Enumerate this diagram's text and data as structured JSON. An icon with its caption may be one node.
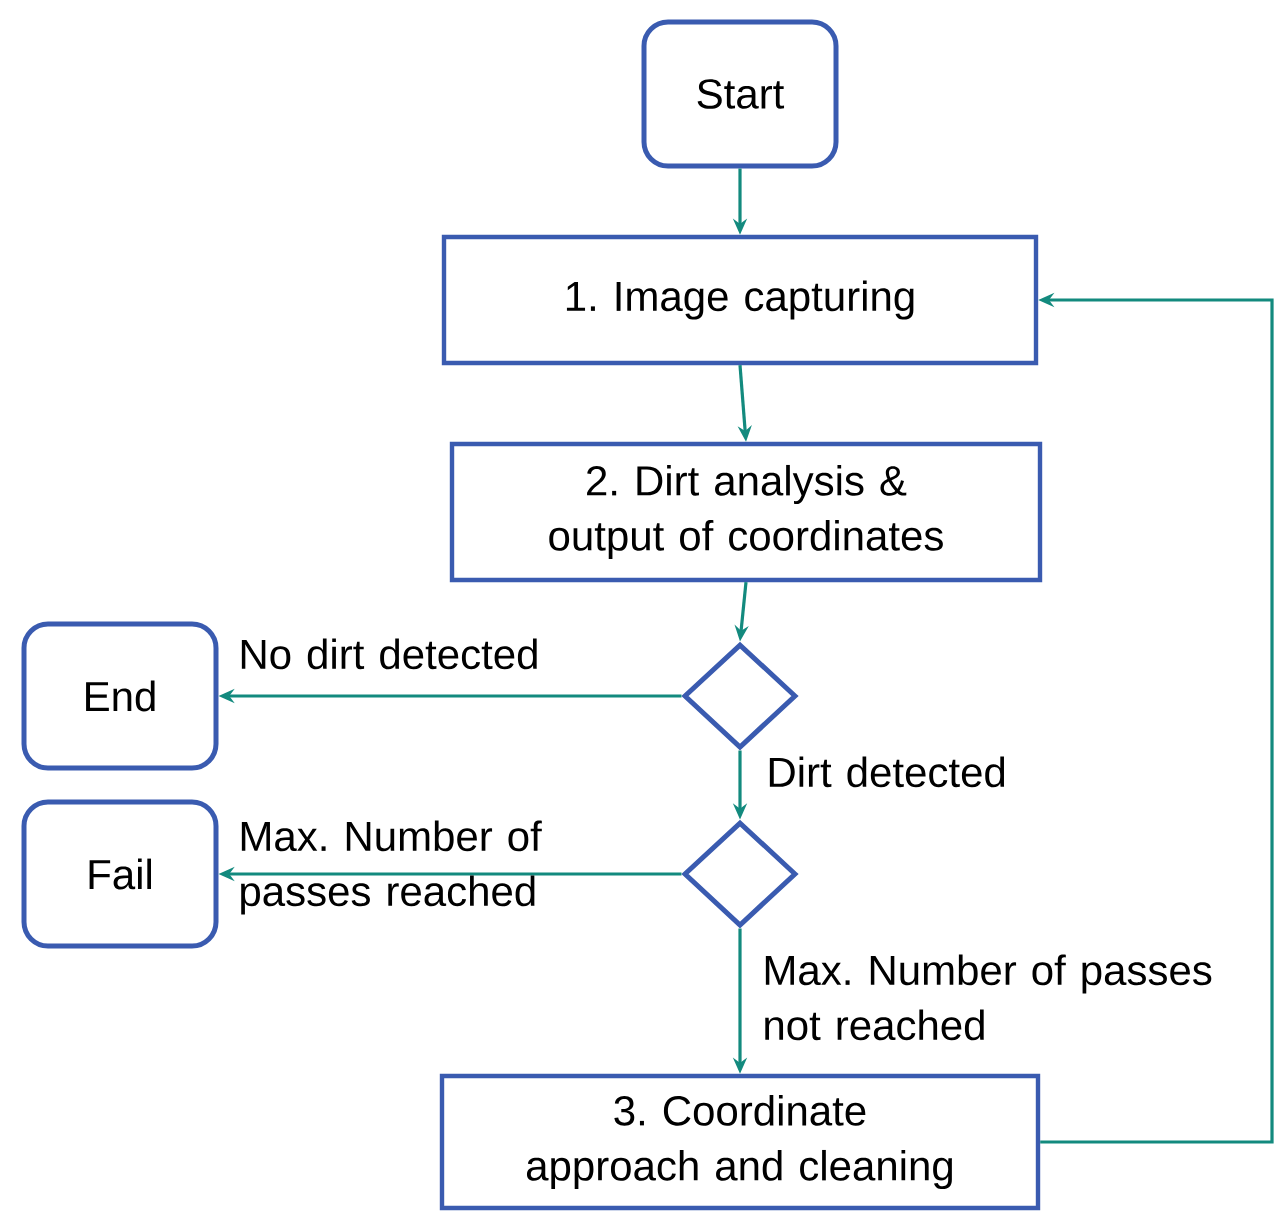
{
  "diagram": {
    "nodes": [
      {
        "text": [
          "Start"
        ]
      },
      {
        "text": [
          "1. Image capturing"
        ]
      },
      {
        "text": [
          "2. Dirt analysis & output of coordinates"
        ]
      },
      {
        "text": [],
        "shape": "diamond"
      },
      {
        "text": [
          "End"
        ]
      },
      {
        "text": [],
        "shape": "diamond"
      },
      {
        "text": [
          "Fail"
        ]
      },
      {
        "text": [
          "3. Coordinate approach and cleaning"
        ]
      }
    ],
    "edges": [
      {
        "from": 0,
        "to": 1,
        "arrow": "to"
      },
      {
        "from": 1,
        "to": 2,
        "arrow": "to"
      },
      {
        "from": 2,
        "to": 3,
        "arrow": "to"
      },
      {
        "from": 3,
        "to": 4,
        "arrow": "to",
        "label": "No dirt detected"
      },
      {
        "from": 3,
        "to": 5,
        "arrow": "to",
        "label": "Dirt detected"
      },
      {
        "from": 5,
        "to": 6,
        "arrow": "to",
        "label": "Max. Number of passes reached"
      },
      {
        "from": 5,
        "to": 7,
        "arrow": "to",
        "label": "Max. Number of passes not reached"
      },
      {
        "from": 7,
        "to": 1,
        "arrow": "to"
      }
    ]
  }
}
